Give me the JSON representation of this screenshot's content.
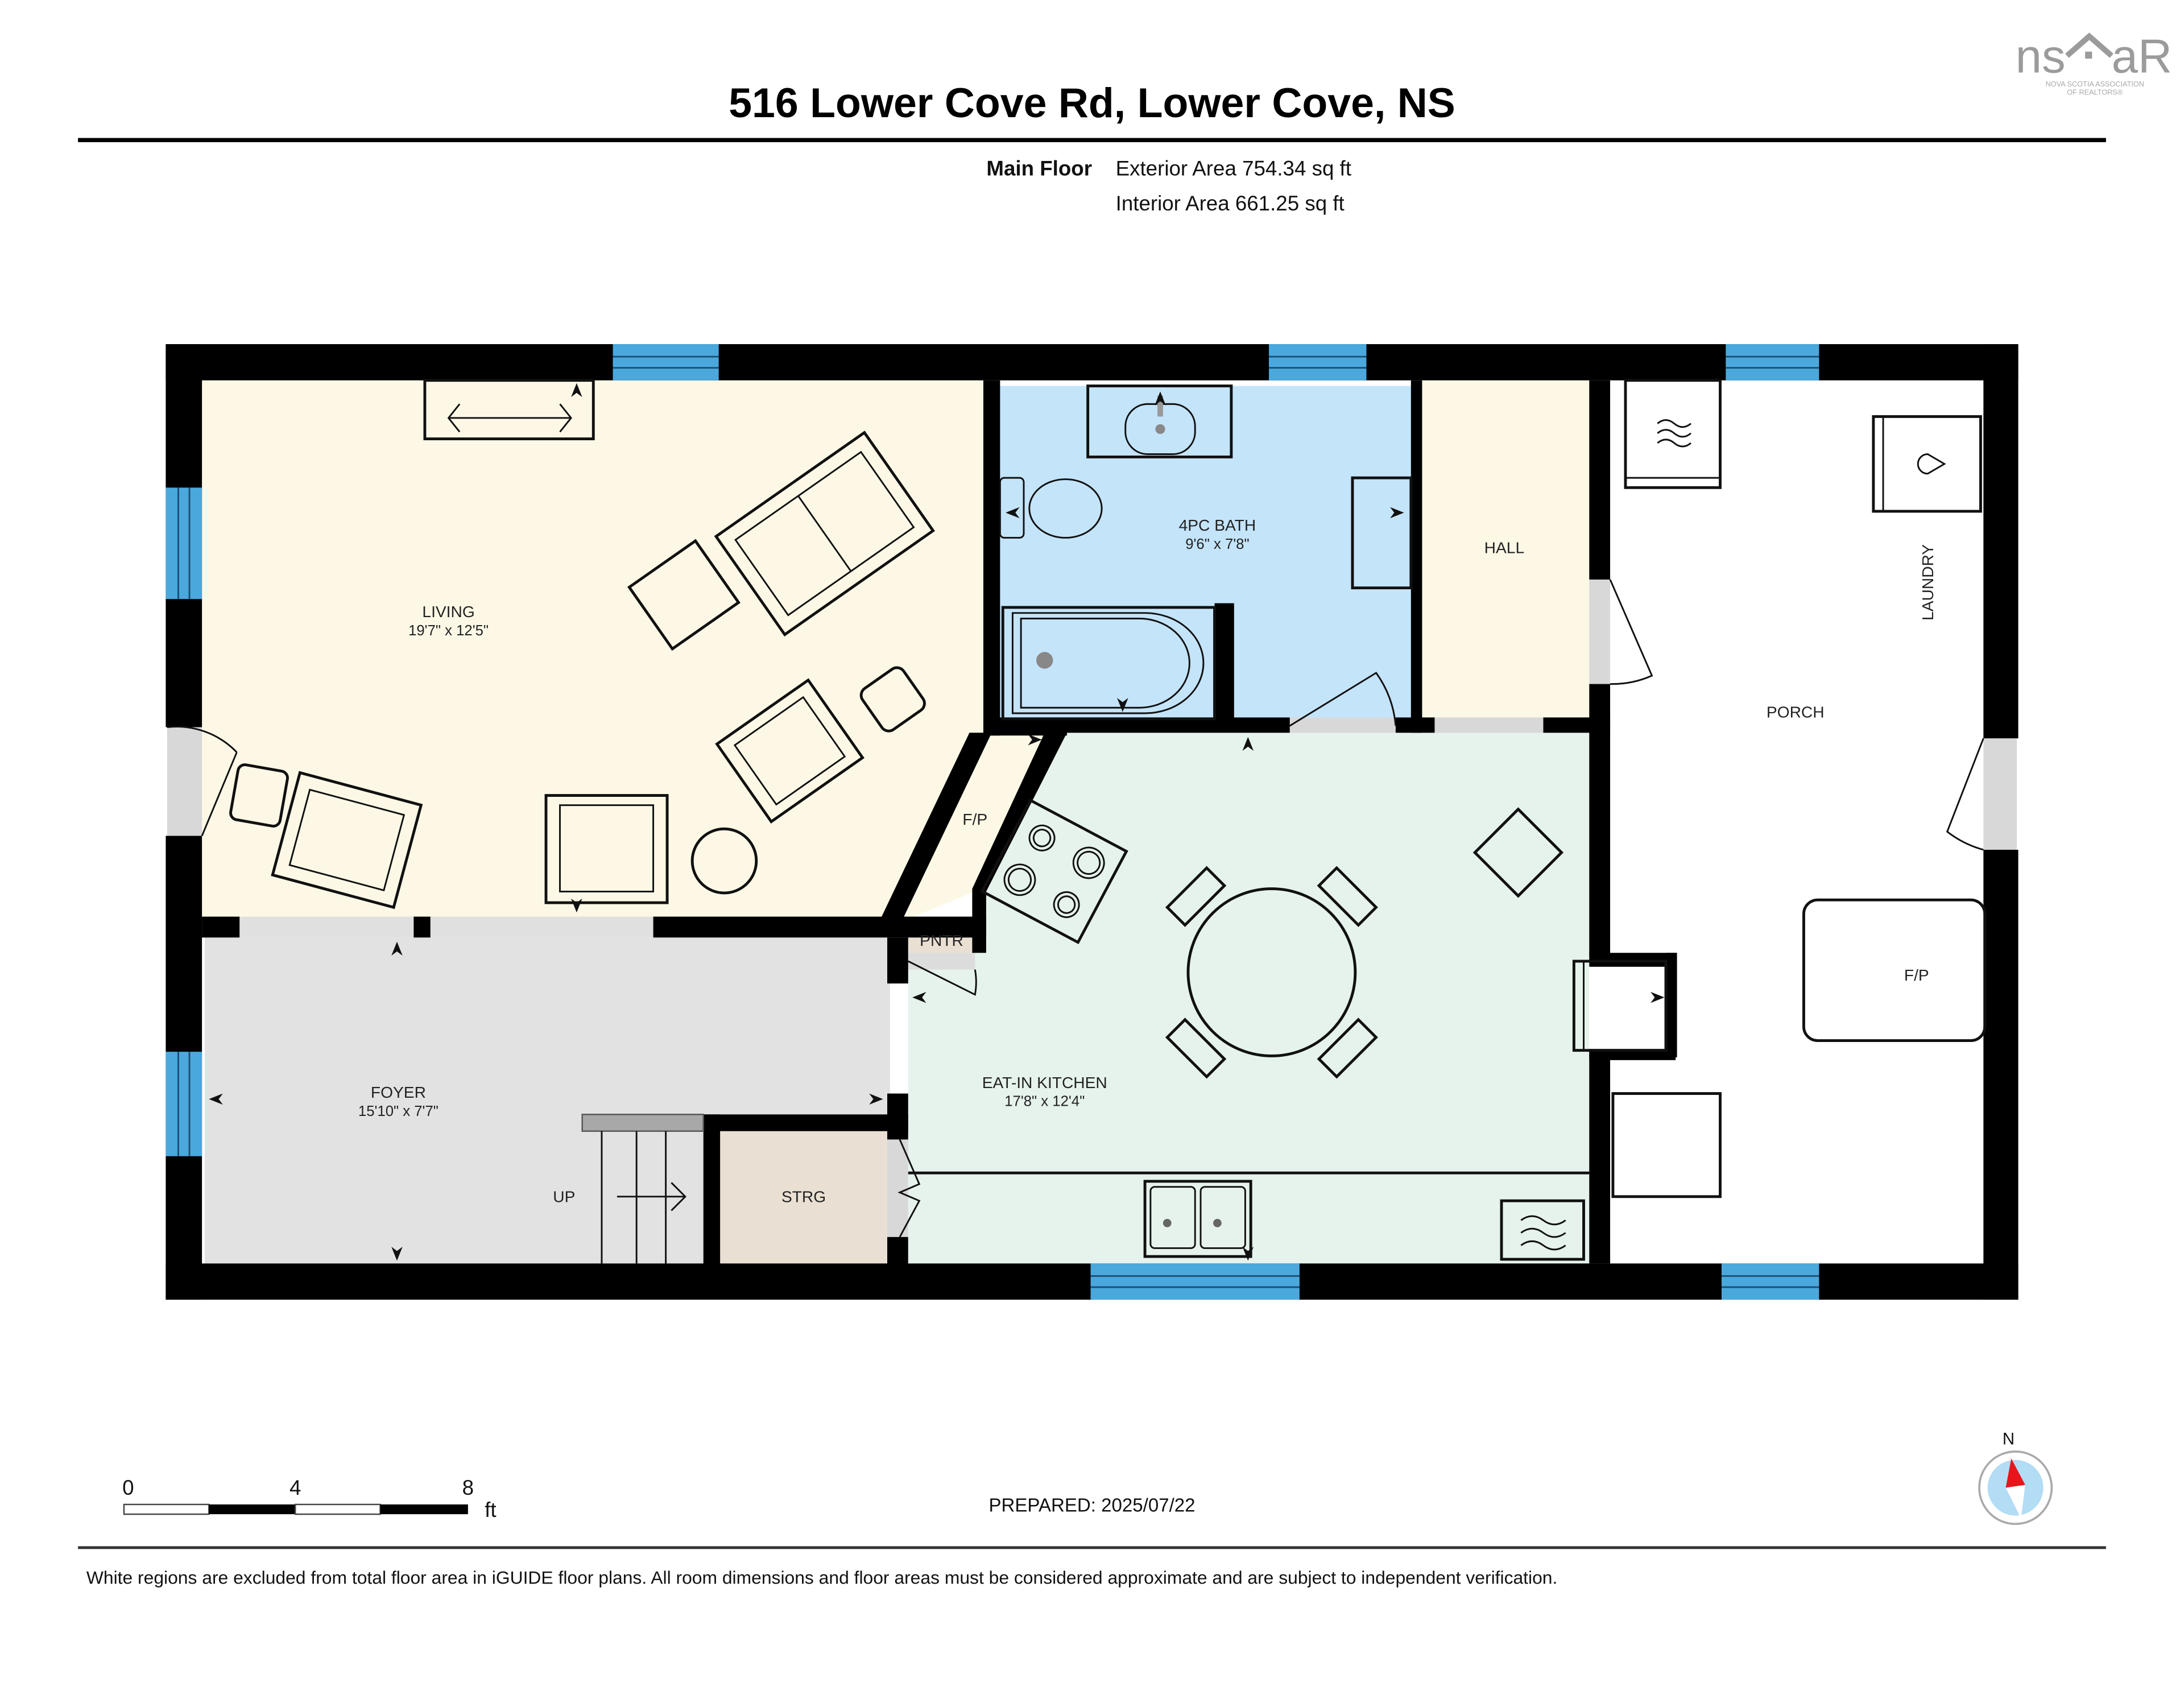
{
  "header": {
    "title": "516 Lower Cove Rd, Lower Cove, NS",
    "logo": {
      "wordmark": "nsar",
      "tagline_line1": "NOVA SCOTIA ASSOCIATION",
      "tagline_line2": "OF REALTORS®",
      "color": "#9b9b9b"
    }
  },
  "floor_summary": {
    "floor_name": "Main Floor",
    "exterior_area": "Exterior Area 754.34 sq ft",
    "interior_area": "Interior Area 661.25 sq ft"
  },
  "rooms": {
    "living": {
      "name": "LIVING",
      "dims": "19'7\" x 12'5\"",
      "color": "#fdf8e6"
    },
    "bath": {
      "name": "4PC BATH",
      "dims": "9'6\" x 7'8\"",
      "color": "#c4e4fa"
    },
    "hall": {
      "name": "HALL",
      "color": "#fdf8e6"
    },
    "porch": {
      "name": "PORCH",
      "color": "#ffffff"
    },
    "laundry": {
      "name": "LAUNDRY"
    },
    "foyer": {
      "name": "FOYER",
      "dims": "15'10\" x 7'7\"",
      "color": "#e2e2e2"
    },
    "kitchen": {
      "name": "EAT-IN KITCHEN",
      "dims": "17'8\" x 12'4\"",
      "color": "#e5f3ec"
    },
    "fp_closet": {
      "name": "F/P"
    },
    "pantry": {
      "name": "PNTR",
      "color": "#e9e0d3"
    },
    "storage": {
      "name": "STRG",
      "color": "#e9e0d3"
    },
    "porch_fp": {
      "name": "F/P"
    },
    "stairs": {
      "label": "UP"
    }
  },
  "colors": {
    "wall": "#000000",
    "window": "#4aa8dc",
    "compass_red": "#e8151b",
    "compass_blue": "#b3dcf5"
  },
  "scale_bar": {
    "labels": [
      "0",
      "4",
      "8"
    ],
    "unit": "ft"
  },
  "compass": {
    "label": "N"
  },
  "prepared": "PREPARED: 2025/07/22",
  "disclaimer": "White regions are excluded from total floor area in iGUIDE floor plans. All room dimensions and floor areas must be considered approximate and are subject to independent verification."
}
